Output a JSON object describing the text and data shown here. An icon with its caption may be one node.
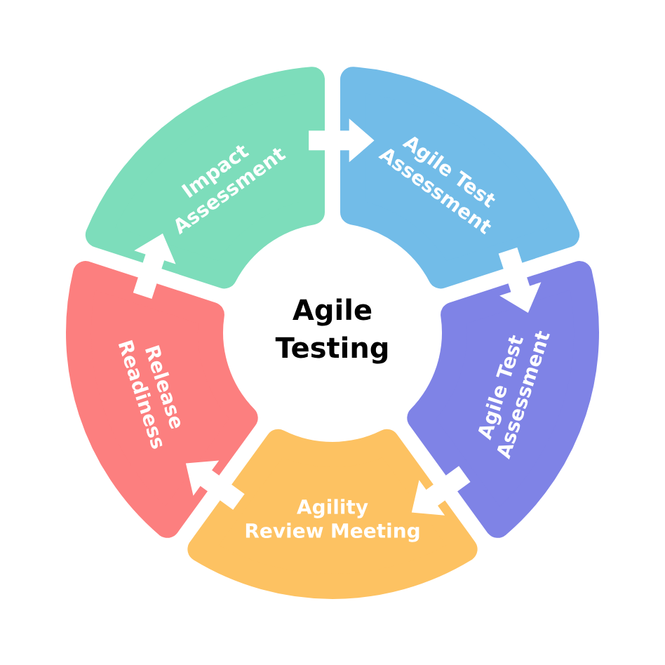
{
  "diagram": {
    "nodes": [
      {
        "text": [
          "Agile Testing"
        ]
      },
      {
        "text": [
          "Impact Assessment"
        ]
      },
      {
        "text": [
          "Agile Test Assessment"
        ]
      },
      {
        "text": [
          "Agile Test Assessment"
        ]
      },
      {
        "text": [
          "Agility Review Meeting"
        ]
      },
      {
        "text": [
          "Release Readiness"
        ]
      }
    ],
    "edges": [
      {
        "from": 1,
        "to": 2,
        "arrow": "to"
      },
      {
        "from": 2,
        "to": 3,
        "arrow": "to"
      },
      {
        "from": 3,
        "to": 4,
        "arrow": "to"
      },
      {
        "from": 4,
        "to": 5,
        "arrow": "to"
      },
      {
        "from": 5,
        "to": 1,
        "arrow": "to"
      }
    ]
  }
}
